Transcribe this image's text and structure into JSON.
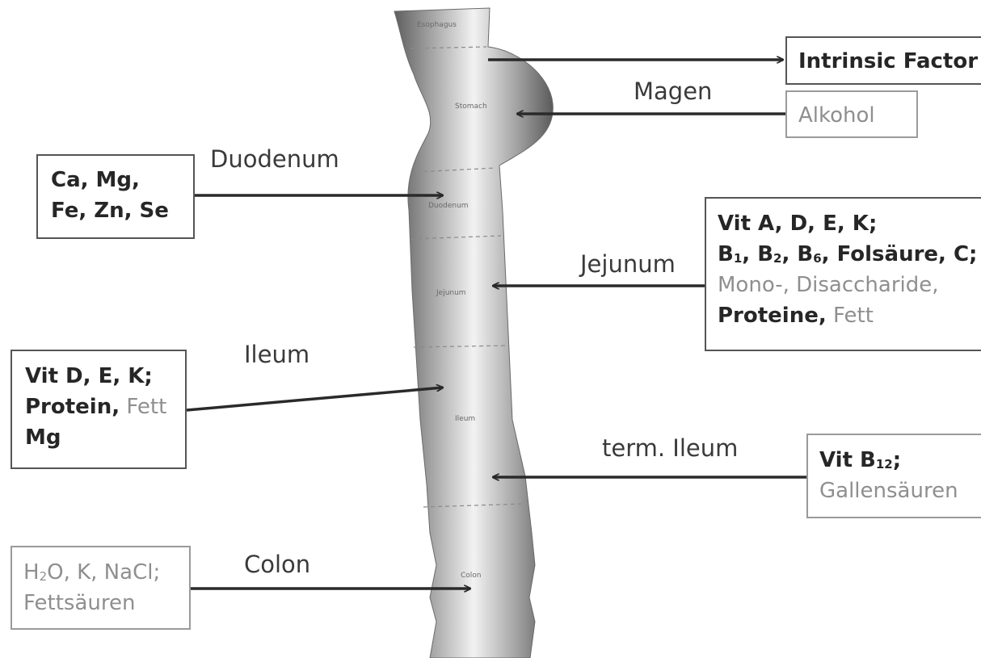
{
  "tube_segments": {
    "esophagus": "Esophagus",
    "stomach": "Stomach",
    "duodenum": "Duodenum",
    "jejunum": "Jejunum",
    "ileum": "Ileum",
    "colon": "Colon"
  },
  "labels": {
    "magen": "Magen",
    "duodenum": "Duodenum",
    "jejunum": "Jejunum",
    "ileum": "Ileum",
    "term_ileum": "term. Ileum",
    "colon": "Colon"
  },
  "boxes": {
    "intrinsic": {
      "line1": "Intrinsic Factor"
    },
    "alkohol": {
      "line1": "Alkohol"
    },
    "duodenum": {
      "line1": "Ca, Mg,",
      "line2": "Fe, Zn, Se"
    },
    "jejunum": {
      "line1": "Vit A, D, E, K;",
      "b": "B",
      "sub1": "1",
      "sep1": ", B",
      "sub2": "2",
      "sep2": ", B",
      "sub3": "6",
      "rest": ", Folsäure, C;",
      "line3": "Mono-, Disaccharide,",
      "line4_bold": "Proteine,",
      "line4_gray": " Fett"
    },
    "ileum": {
      "line1": "Vit D, E, K;",
      "line2_bold": "Protein,",
      "line2_gray": " Fett",
      "line3": "Mg"
    },
    "term_ileum": {
      "vit": "Vit B",
      "sub": "12",
      "semi": ";",
      "line2": "Gallensäuren"
    },
    "colon": {
      "h": "H",
      "sub": "2",
      "rest": "O, K, NaCl;",
      "line2": "Fettsäuren"
    }
  }
}
